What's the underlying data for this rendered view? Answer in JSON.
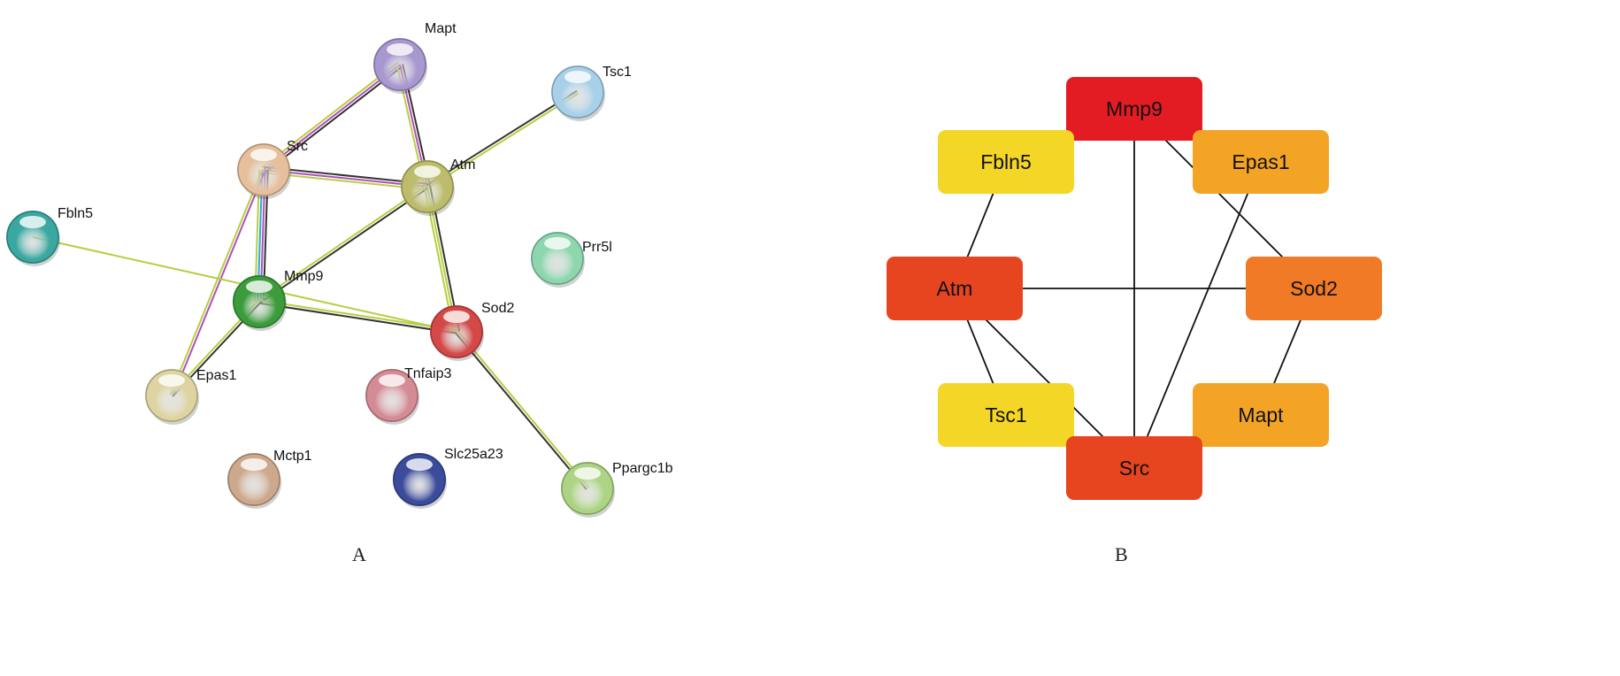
{
  "panels": {
    "a_label": "A",
    "b_label": "B"
  },
  "string_network": {
    "nodes": [
      {
        "id": "Mapt",
        "color": "#a898d0"
      },
      {
        "id": "Tsc1",
        "color": "#a8d0e8"
      },
      {
        "id": "Src",
        "color": "#e6c09c"
      },
      {
        "id": "Atm",
        "color": "#bcbc6c"
      },
      {
        "id": "Fbln5",
        "color": "#3aa8a0"
      },
      {
        "id": "Prr5l",
        "color": "#8ed6ae"
      },
      {
        "id": "Mmp9",
        "color": "#3c9c3c"
      },
      {
        "id": "Sod2",
        "color": "#d44848"
      },
      {
        "id": "Epas1",
        "color": "#ddd4a2"
      },
      {
        "id": "Tnfaip3",
        "color": "#d48c94"
      },
      {
        "id": "Mctp1",
        "color": "#cca88c"
      },
      {
        "id": "Slc25a23",
        "color": "#3c4c9c"
      },
      {
        "id": "Ppargc1b",
        "color": "#acd484"
      }
    ],
    "edges": [
      {
        "a": "Mapt",
        "b": "Src",
        "evidence": [
          "#333333",
          "#b050b8",
          "#b4d040"
        ]
      },
      {
        "a": "Mapt",
        "b": "Atm",
        "evidence": [
          "#333333",
          "#b050b8",
          "#b4d040"
        ]
      },
      {
        "a": "Tsc1",
        "b": "Atm",
        "evidence": [
          "#b4d040",
          "#333333"
        ]
      },
      {
        "a": "Src",
        "b": "Atm",
        "evidence": [
          "#333333",
          "#b050b8",
          "#b4d040"
        ]
      },
      {
        "a": "Src",
        "b": "Mmp9",
        "evidence": [
          "#333333",
          "#b050b8",
          "#30a8d8",
          "#b4d040"
        ]
      },
      {
        "a": "Src",
        "b": "Epas1",
        "evidence": [
          "#b050b8",
          "#b4d040"
        ]
      },
      {
        "a": "Atm",
        "b": "Mmp9",
        "evidence": [
          "#333333",
          "#b4d040"
        ]
      },
      {
        "a": "Atm",
        "b": "Sod2",
        "evidence": [
          "#333333",
          "#b4d040",
          "#b4d040"
        ]
      },
      {
        "a": "Fbln5",
        "b": "Sod2",
        "evidence": [
          "#b4d040"
        ]
      },
      {
        "a": "Mmp9",
        "b": "Sod2",
        "evidence": [
          "#b4d040",
          "#333333"
        ]
      },
      {
        "a": "Mmp9",
        "b": "Epas1",
        "evidence": [
          "#333333",
          "#b4d040"
        ]
      },
      {
        "a": "Sod2",
        "b": "Ppargc1b",
        "evidence": [
          "#b4d040",
          "#333333"
        ]
      }
    ]
  },
  "hub_network": {
    "nodes": [
      {
        "id": "Mmp9",
        "color": "#e31b23"
      },
      {
        "id": "Fbln5",
        "color": "#f3d626"
      },
      {
        "id": "Epas1",
        "color": "#f4a425"
      },
      {
        "id": "Atm",
        "color": "#e64520"
      },
      {
        "id": "Sod2",
        "color": "#f07a25"
      },
      {
        "id": "Tsc1",
        "color": "#f3d626"
      },
      {
        "id": "Mapt",
        "color": "#f4a425"
      },
      {
        "id": "Src",
        "color": "#e64520"
      }
    ],
    "edges": [
      [
        "Mmp9",
        "Fbln5"
      ],
      [
        "Mmp9",
        "Src"
      ],
      [
        "Mmp9",
        "Sod2"
      ],
      [
        "Fbln5",
        "Atm"
      ],
      [
        "Atm",
        "Sod2"
      ],
      [
        "Atm",
        "Tsc1"
      ],
      [
        "Atm",
        "Src"
      ],
      [
        "Tsc1",
        "Src"
      ],
      [
        "Epas1",
        "Src"
      ],
      [
        "Sod2",
        "Mapt"
      ]
    ]
  }
}
